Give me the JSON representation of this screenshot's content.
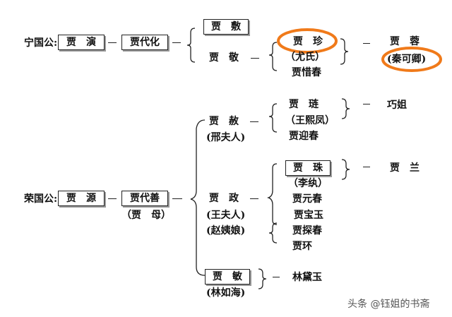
{
  "ningguo": {
    "label": "宁国公:",
    "gen1": "贾　演",
    "gen2": "贾代化",
    "gen3_a": "贾　敷",
    "gen3_b": "贾　敬",
    "gen4_a": "贾　珍",
    "gen4_a_wife": "（尤氏）",
    "gen4_b": "贾惜春",
    "gen5": "贾　蓉",
    "gen5_wife": "(秦可卿)"
  },
  "rongguo": {
    "label": "荣国公:",
    "gen1": "贾　源",
    "gen2": "贾代善",
    "gen2_wife": "（贾　母）",
    "she": "贾　赦",
    "she_wife": "(邢夫人)",
    "lian": "贾　琏",
    "lian_wife": "（王熙凤）",
    "yingchun": "贾迎春",
    "qiaojie": "巧姐",
    "zheng": "贾　政",
    "zheng_wife1": "(王夫人)",
    "zheng_wife2": "(赵姨娘)",
    "zhu": "贾　珠",
    "zhu_wife": "（李纨）",
    "yuanchun": "贾元春",
    "baoyu": "贾宝玉",
    "tanchun": "贾探春",
    "huan": "贾环",
    "lan": "贾　兰",
    "min": "贾　敏",
    "min_husband": "(林如海)",
    "daiyu": "林黛玉"
  },
  "watermark": "头条 @钰姐的书斋",
  "highlight_color": "#f07a1a"
}
